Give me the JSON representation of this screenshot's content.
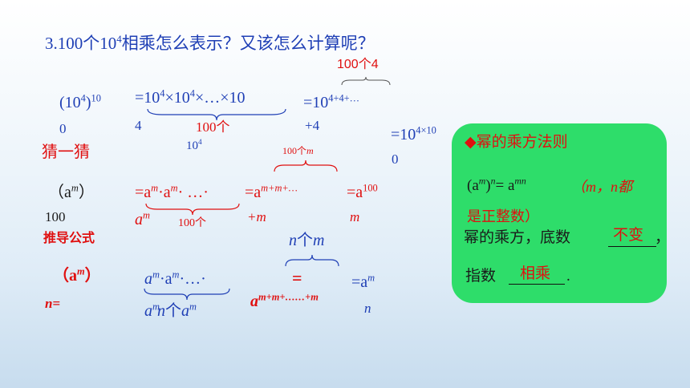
{
  "question": {
    "num": "3.100个10",
    "exp": "4",
    "rest": "相乘怎么表示？又该怎么计算呢？"
  },
  "row1": {
    "base": "(10",
    "exp_inner": "4",
    "close": ")",
    "exp_outer": "10",
    "wrap": "0",
    "expand_eq": "=10",
    "e1": "4",
    "x1": "×10",
    "e2": "4",
    "x2": "×…×10",
    "wrap2": "4",
    "brace_label_num": "100个",
    "brace_label_base": "10",
    "brace_label_exp": "4",
    "sum_eq": "=10",
    "sum_exp": "4+4+…",
    "sum_wrap": "+4",
    "sum_label": "100个4",
    "result_eq": "=10",
    "result_exp": "4×10",
    "result_wrap": "0"
  },
  "guess": {
    "label": "猜一猜"
  },
  "row2": {
    "open": "（a",
    "open_exp": "m",
    "close": "）",
    "wrap": "100",
    "expand": "=a",
    "e1": "m",
    "dot1": "·a",
    "e2": "m",
    "dots": "· …·",
    "wrap_base": "a",
    "wrap_exp": "m",
    "brace_label": "100个",
    "sum_eq": "=a",
    "sum_exp": "m+m+…",
    "sum_wrap": "+m",
    "sum_label_num": "100个",
    "sum_label_var": "m",
    "result_eq": "=a",
    "result_exp": "100",
    "result_wrap": "m"
  },
  "derive": {
    "label": "推导公式"
  },
  "row3": {
    "open": "（a",
    "open_exp": "m",
    "close": "）",
    "wrap": "n=",
    "expand": "a",
    "e1": "m",
    "dot1": "·a",
    "e2": "m",
    "dots": "·…·",
    "wrap_base": "a",
    "wrap_exp": "m",
    "brace_label_n": "n",
    "brace_label_ge": "个",
    "brace_label_a": "a",
    "brace_label_m": "m",
    "sum_eq": "=",
    "sum_base": "a",
    "sum_exp": "m+m+……+m",
    "top_label_n": "n",
    "top_label_ge": "个",
    "top_label_m": "m",
    "result_eq": "=a",
    "result_exp": "m",
    "result_wrap": "n"
  },
  "panel": {
    "title": "◆幂的乘方法则",
    "f_open": "(a",
    "f_m": "m",
    "f_close": ")",
    "f_n": "n",
    "f_eq": "= a",
    "f_mn": "mn",
    "cond": "（m，n都",
    "cond2": "是正整数）",
    "line1": "幂的乘方，底数",
    "blank1": "不变",
    "comma": "，",
    "line2": "指数",
    "blank2": "相乘",
    "period": "."
  },
  "colors": {
    "panel": "#2edd6a",
    "blue": "#1f3fb5",
    "red": "#e01010"
  }
}
